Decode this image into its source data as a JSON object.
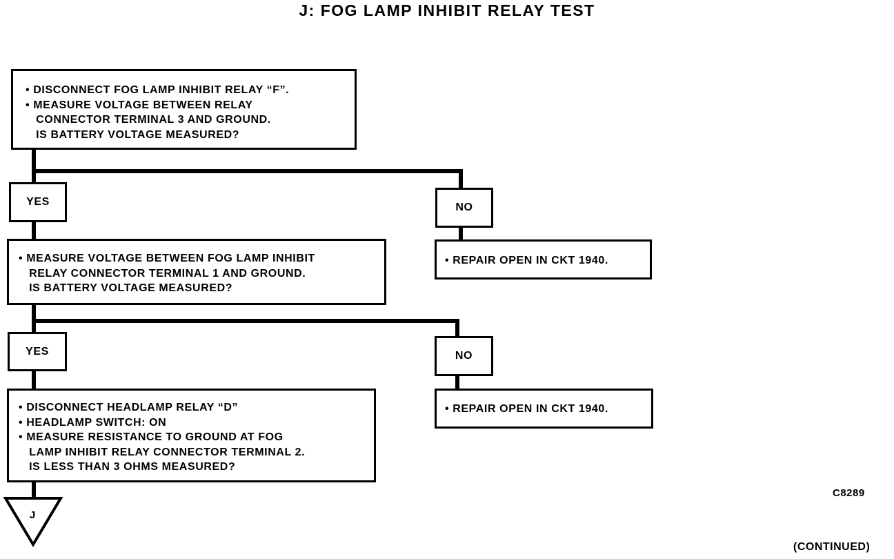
{
  "title": "J: FOG LAMP INHIBIT RELAY TEST",
  "step1": {
    "lines": [
      "• DISCONNECT FOG LAMP INHIBIT RELAY “F”.",
      "• MEASURE VOLTAGE BETWEEN RELAY",
      "   CONNECTOR TERMINAL 3 AND GROUND.",
      "   IS BATTERY VOLTAGE MEASURED?"
    ]
  },
  "step1_yes": "YES",
  "step1_no": "NO",
  "step1_no_action": "• REPAIR OPEN IN CKT 1940.",
  "step2": {
    "lines": [
      "• MEASURE VOLTAGE BETWEEN FOG LAMP INHIBIT",
      "   RELAY CONNECTOR TERMINAL 1 AND GROUND.",
      "   IS BATTERY VOLTAGE MEASURED?"
    ]
  },
  "step2_yes": "YES",
  "step2_no": "NO",
  "step2_no_action": "• REPAIR OPEN IN CKT 1940.",
  "step3": {
    "lines": [
      "• DISCONNECT HEADLAMP RELAY “D”",
      "• HEADLAMP SWITCH: ON",
      "• MEASURE RESISTANCE TO GROUND AT FOG",
      "   LAMP INHIBIT RELAY CONNECTOR TERMINAL 2.",
      "   IS LESS THAN 3 OHMS MEASURED?"
    ]
  },
  "connector_label": "J",
  "figure_code": "C8289",
  "continued": "(CONTINUED)"
}
